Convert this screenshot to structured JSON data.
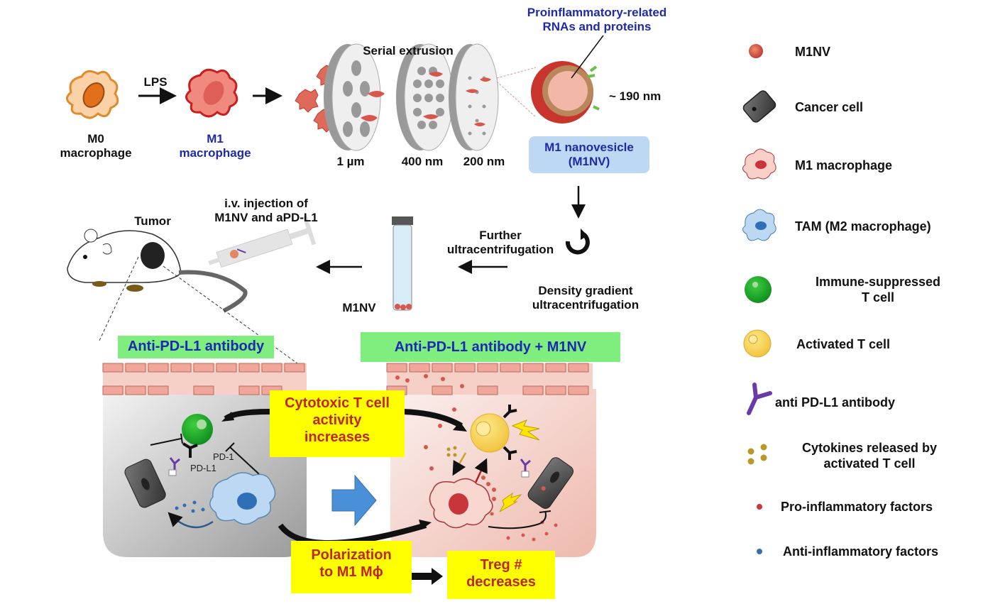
{
  "top_flow": {
    "m0_label_line1": "M0",
    "m0_label_line2": "macrophage",
    "lps_label": "LPS",
    "m1_label_line1": "M1",
    "m1_label_line2": "macrophage",
    "serial_extrusion": "Serial extrusion",
    "filters": [
      "1 µm",
      "400 nm",
      "200 nm"
    ],
    "proinflammatory_line1": "Proinflammatory-related",
    "proinflammatory_line2": "RNAs and proteins",
    "size_label": "~ 190 nm",
    "m1nv_box_line1": "M1 nanovesicle",
    "m1nv_box_line2": "(M1NV)"
  },
  "middle_flow": {
    "tumor_label": "Tumor",
    "injection_line1": "i.v. injection of",
    "injection_line2": "M1NV and aPD-L1",
    "further_line1": "Further",
    "further_line2": "ultracentrifugation",
    "density_line1": "Density gradient",
    "density_line2": "ultracentrifugation",
    "tube_label": "M1NV"
  },
  "bottom": {
    "left_header": "Anti-PD-L1 antibody",
    "right_header": "Anti-PD-L1 antibody +  M1NV",
    "pd1_label": "PD-1",
    "pdl1_label": "PD-L1",
    "cytotoxic_line1": "Cytotoxic T cell",
    "cytotoxic_line2": "activity",
    "cytotoxic_line3": "increases",
    "polarization_line1": "Polarization",
    "polarization_line2": "to M1 Mϕ",
    "treg_line1": "Treg #",
    "treg_line2": "decreases"
  },
  "legend": {
    "items": [
      {
        "icon": "m1nv-icon",
        "label": "M1NV"
      },
      {
        "icon": "cancer-cell-icon",
        "label": "Cancer cell"
      },
      {
        "icon": "m1-macrophage-icon",
        "label": "M1 macrophage"
      },
      {
        "icon": "tam-icon",
        "label": "TAM (M2 macrophage)"
      },
      {
        "icon": "immune-suppressed-t-cell-icon",
        "label_line1": "Immune-suppressed",
        "label_line2": "T cell"
      },
      {
        "icon": "activated-t-cell-icon",
        "label": "Activated T cell"
      },
      {
        "icon": "antibody-icon",
        "label": "anti PD-L1 antibody"
      },
      {
        "icon": "cytokines-icon",
        "label_line1": "Cytokines released by",
        "label_line2": "activated T cell"
      },
      {
        "icon": "pro-inflammatory-dot-icon",
        "label": "Pro-inflammatory factors"
      },
      {
        "icon": "anti-inflammatory-dot-icon",
        "label": "Anti-inflammatory factors"
      }
    ]
  },
  "colors": {
    "label_blue": "#1f2aa8",
    "label_red": "#c0261a",
    "highlight_yellow": "#ffff00",
    "header_green": "#7fee7f",
    "m1nv_box_blue": "#bcd8f2"
  }
}
